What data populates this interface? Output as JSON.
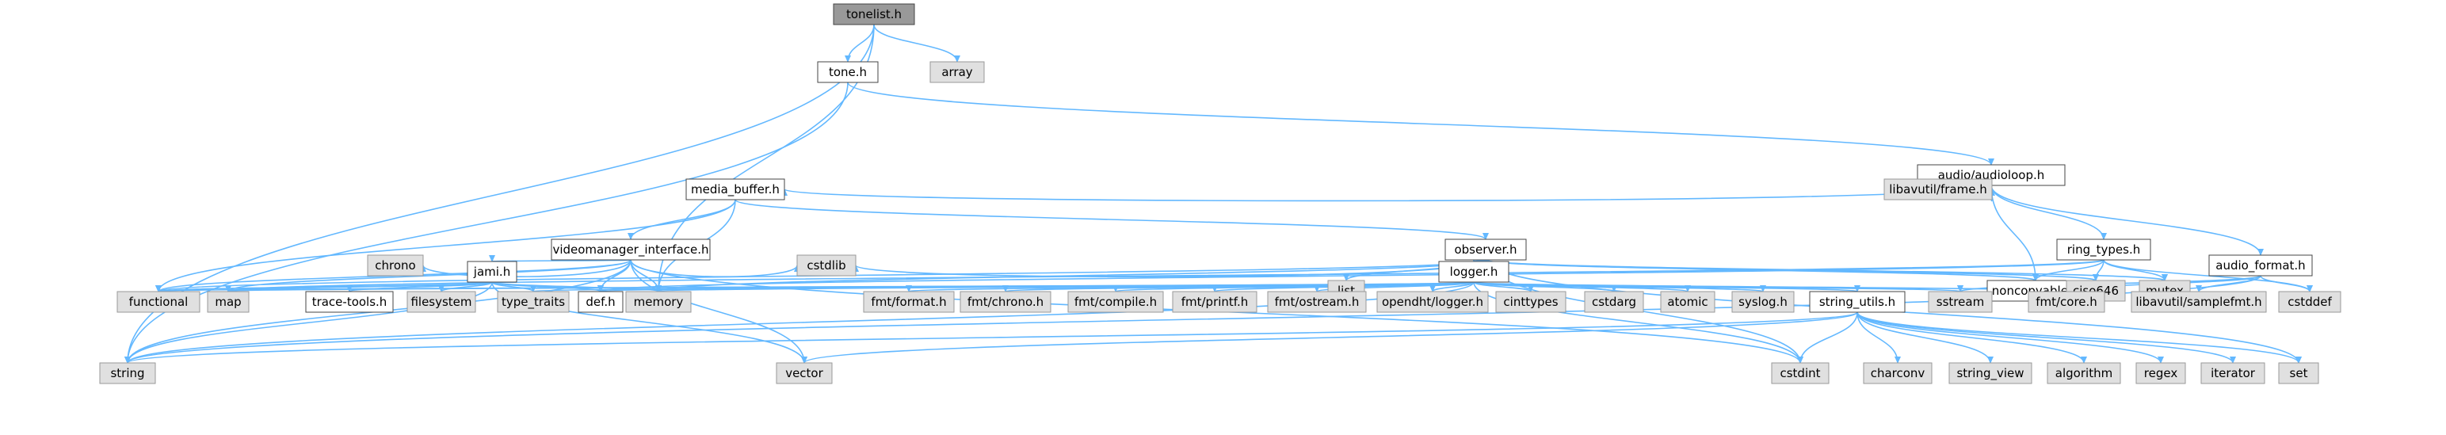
{
  "colors": {
    "edge": "#63b8ff",
    "root_fill": "#999999",
    "node_fill": "#ffffff",
    "external_fill": "#e0e0e0",
    "border": "#444444",
    "external_border": "#999999"
  },
  "nodes": [
    {
      "id": "tonelist",
      "label": "tonelist.h",
      "kind": "root"
    },
    {
      "id": "tone",
      "label": "tone.h",
      "kind": "file"
    },
    {
      "id": "array",
      "label": "array",
      "kind": "ext"
    },
    {
      "id": "audioloop",
      "label": "audio/audioloop.h",
      "kind": "file"
    },
    {
      "id": "media_buffer",
      "label": "media_buffer.h",
      "kind": "file"
    },
    {
      "id": "frame",
      "label": "libavutil/frame.h",
      "kind": "ext"
    },
    {
      "id": "videomanager",
      "label": "videomanager_interface.h",
      "kind": "file"
    },
    {
      "id": "observer",
      "label": "observer.h",
      "kind": "file"
    },
    {
      "id": "ring_types",
      "label": "ring_types.h",
      "kind": "file"
    },
    {
      "id": "chrono",
      "label": "chrono",
      "kind": "ext"
    },
    {
      "id": "cstdlib",
      "label": "cstdlib",
      "kind": "ext"
    },
    {
      "id": "list",
      "label": "list",
      "kind": "ext"
    },
    {
      "id": "noncopyable",
      "label": "noncopyable.h",
      "kind": "file"
    },
    {
      "id": "ciso646",
      "label": "ciso646",
      "kind": "ext"
    },
    {
      "id": "mutex",
      "label": "mutex",
      "kind": "ext"
    },
    {
      "id": "audio_format",
      "label": "audio_format.h",
      "kind": "file"
    },
    {
      "id": "jami",
      "label": "jami.h",
      "kind": "file"
    },
    {
      "id": "logger",
      "label": "logger.h",
      "kind": "file"
    },
    {
      "id": "functional",
      "label": "functional",
      "kind": "ext"
    },
    {
      "id": "map",
      "label": "map",
      "kind": "ext"
    },
    {
      "id": "trace_tools",
      "label": "trace-tools.h",
      "kind": "file"
    },
    {
      "id": "filesystem",
      "label": "filesystem",
      "kind": "ext"
    },
    {
      "id": "type_traits",
      "label": "type_traits",
      "kind": "ext"
    },
    {
      "id": "def",
      "label": "def.h",
      "kind": "file"
    },
    {
      "id": "memory",
      "label": "memory",
      "kind": "ext"
    },
    {
      "id": "fmt_format",
      "label": "fmt/format.h",
      "kind": "ext"
    },
    {
      "id": "fmt_chrono",
      "label": "fmt/chrono.h",
      "kind": "ext"
    },
    {
      "id": "fmt_compile",
      "label": "fmt/compile.h",
      "kind": "ext"
    },
    {
      "id": "fmt_printf",
      "label": "fmt/printf.h",
      "kind": "ext"
    },
    {
      "id": "fmt_ostream",
      "label": "fmt/ostream.h",
      "kind": "ext"
    },
    {
      "id": "opendht_logger",
      "label": "opendht/logger.h",
      "kind": "ext"
    },
    {
      "id": "cinttypes",
      "label": "cinttypes",
      "kind": "ext"
    },
    {
      "id": "cstdarg",
      "label": "cstdarg",
      "kind": "ext"
    },
    {
      "id": "atomic",
      "label": "atomic",
      "kind": "ext"
    },
    {
      "id": "syslog",
      "label": "syslog.h",
      "kind": "ext"
    },
    {
      "id": "string_utils",
      "label": "string_utils.h",
      "kind": "file"
    },
    {
      "id": "sstream",
      "label": "sstream",
      "kind": "ext"
    },
    {
      "id": "fmt_core",
      "label": "fmt/core.h",
      "kind": "ext"
    },
    {
      "id": "samplefmt",
      "label": "libavutil/samplefmt.h",
      "kind": "ext"
    },
    {
      "id": "cstddef",
      "label": "cstddef",
      "kind": "ext"
    },
    {
      "id": "string",
      "label": "string",
      "kind": "ext"
    },
    {
      "id": "vector",
      "label": "vector",
      "kind": "ext"
    },
    {
      "id": "cstdint",
      "label": "cstdint",
      "kind": "ext"
    },
    {
      "id": "charconv",
      "label": "charconv",
      "kind": "ext"
    },
    {
      "id": "string_view",
      "label": "string_view",
      "kind": "ext"
    },
    {
      "id": "algorithm",
      "label": "algorithm",
      "kind": "ext"
    },
    {
      "id": "regex",
      "label": "regex",
      "kind": "ext"
    },
    {
      "id": "iterator",
      "label": "iterator",
      "kind": "ext"
    },
    {
      "id": "set",
      "label": "set",
      "kind": "ext"
    }
  ],
  "edges": [
    [
      "tonelist",
      "tone"
    ],
    [
      "tonelist",
      "array"
    ],
    [
      "tonelist",
      "string"
    ],
    [
      "tonelist",
      "memory"
    ],
    [
      "tone",
      "audioloop"
    ],
    [
      "tone",
      "string"
    ],
    [
      "audioloop",
      "media_buffer"
    ],
    [
      "audioloop",
      "frame"
    ],
    [
      "audioloop",
      "ring_types"
    ],
    [
      "audioloop",
      "audio_format"
    ],
    [
      "audioloop",
      "noncopyable"
    ],
    [
      "media_buffer",
      "videomanager"
    ],
    [
      "media_buffer",
      "observer"
    ],
    [
      "media_buffer",
      "memory"
    ],
    [
      "media_buffer",
      "functional"
    ],
    [
      "videomanager",
      "jami"
    ],
    [
      "videomanager",
      "def"
    ],
    [
      "videomanager",
      "memory"
    ],
    [
      "videomanager",
      "string"
    ],
    [
      "videomanager",
      "vector"
    ],
    [
      "videomanager",
      "functional"
    ],
    [
      "videomanager",
      "map"
    ],
    [
      "videomanager",
      "chrono"
    ],
    [
      "videomanager",
      "cstdlib"
    ],
    [
      "videomanager",
      "cstdint"
    ],
    [
      "observer",
      "logger"
    ],
    [
      "observer",
      "list"
    ],
    [
      "observer",
      "noncopyable"
    ],
    [
      "observer",
      "ciso646"
    ],
    [
      "observer",
      "mutex"
    ],
    [
      "observer",
      "cstdlib"
    ],
    [
      "observer",
      "memory"
    ],
    [
      "observer",
      "functional"
    ],
    [
      "observer",
      "set"
    ],
    [
      "observer",
      "cstdint"
    ],
    [
      "ring_types",
      "noncopyable"
    ],
    [
      "ring_types",
      "ciso646"
    ],
    [
      "ring_types",
      "mutex"
    ],
    [
      "ring_types",
      "cstddef"
    ],
    [
      "ring_types",
      "def"
    ],
    [
      "ring_types",
      "map"
    ],
    [
      "audio_format",
      "fmt_core"
    ],
    [
      "audio_format",
      "samplefmt"
    ],
    [
      "audio_format",
      "cstddef"
    ],
    [
      "audio_format",
      "sstream"
    ],
    [
      "audio_format",
      "string"
    ],
    [
      "jami",
      "functional"
    ],
    [
      "jami",
      "map"
    ],
    [
      "jami",
      "trace_tools"
    ],
    [
      "jami",
      "filesystem"
    ],
    [
      "jami",
      "type_traits"
    ],
    [
      "jami",
      "def"
    ],
    [
      "jami",
      "memory"
    ],
    [
      "jami",
      "string"
    ],
    [
      "jami",
      "vector"
    ],
    [
      "logger",
      "functional"
    ],
    [
      "logger",
      "map"
    ],
    [
      "logger",
      "type_traits"
    ],
    [
      "logger",
      "def"
    ],
    [
      "logger",
      "memory"
    ],
    [
      "logger",
      "fmt_format"
    ],
    [
      "logger",
      "fmt_chrono"
    ],
    [
      "logger",
      "fmt_compile"
    ],
    [
      "logger",
      "fmt_printf"
    ],
    [
      "logger",
      "fmt_ostream"
    ],
    [
      "logger",
      "opendht_logger"
    ],
    [
      "logger",
      "cinttypes"
    ],
    [
      "logger",
      "cstdarg"
    ],
    [
      "logger",
      "atomic"
    ],
    [
      "logger",
      "syslog"
    ],
    [
      "logger",
      "string_utils"
    ],
    [
      "logger",
      "sstream"
    ],
    [
      "logger",
      "fmt_core"
    ],
    [
      "logger",
      "string"
    ],
    [
      "logger",
      "cstdint"
    ],
    [
      "string_utils",
      "string"
    ],
    [
      "string_utils",
      "vector"
    ],
    [
      "string_utils",
      "cstdint"
    ],
    [
      "string_utils",
      "charconv"
    ],
    [
      "string_utils",
      "string_view"
    ],
    [
      "string_utils",
      "algorithm"
    ],
    [
      "string_utils",
      "regex"
    ],
    [
      "string_utils",
      "iterator"
    ],
    [
      "string_utils",
      "set"
    ]
  ]
}
